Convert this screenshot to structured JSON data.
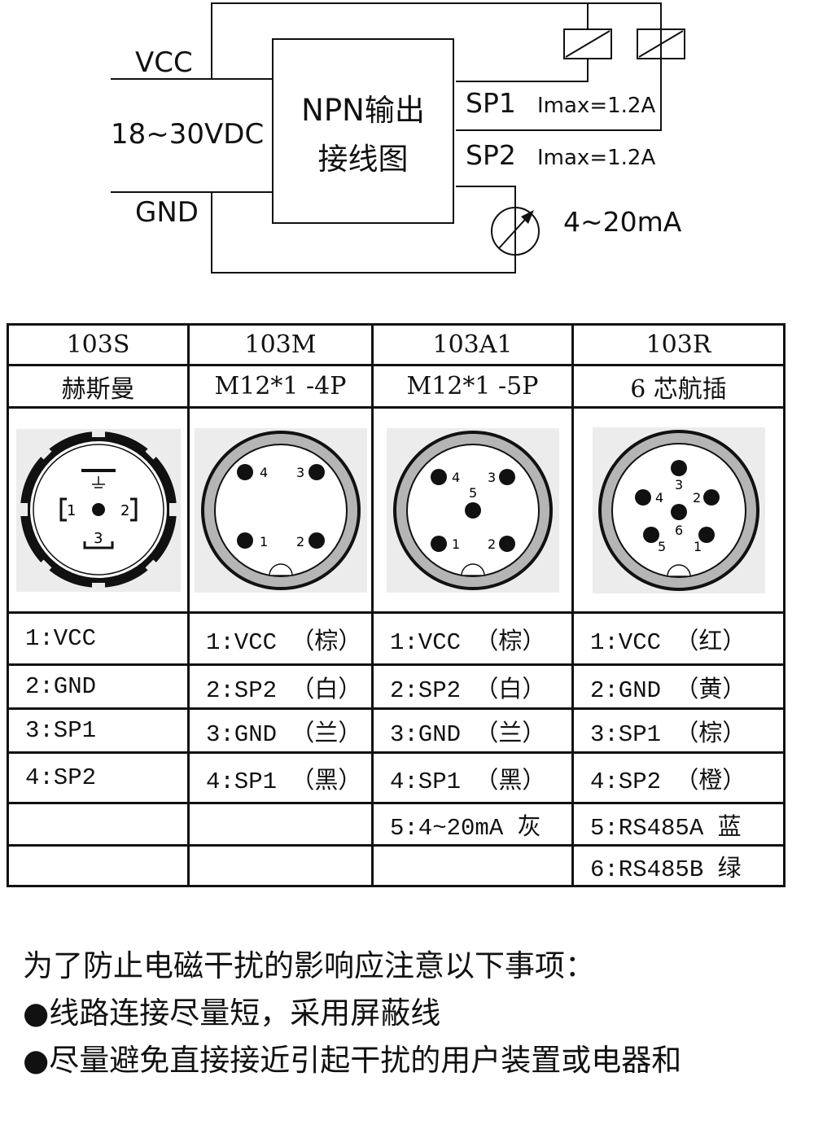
{
  "wiring": {
    "vcc_label": "VCC",
    "voltage_label": "18~30VDC",
    "gnd_label": "GND",
    "box_title_line1": "NPN输出",
    "box_title_line2": "接线图",
    "sp1_label": "SP1",
    "sp1_current": "Imax=1.2A",
    "sp2_label": "SP2",
    "sp2_current": "Imax=1.2A",
    "analog_label": "4~20mA"
  },
  "table": {
    "models": [
      "103S",
      "103M",
      "103A1",
      "103R"
    ],
    "connectors": [
      "赫斯曼",
      "M12*1 -4P",
      "M12*1 -5P",
      "6 芯航插"
    ],
    "rows": [
      [
        "1:VCC",
        "1:VCC （棕）",
        "1:VCC （棕）",
        "1:VCC （红）"
      ],
      [
        "2:GND",
        "2:SP2 （白）",
        "2:SP2 （白）",
        "2:GND （黄）"
      ],
      [
        "3:SP1",
        "3:GND （兰）",
        "3:GND （兰）",
        "3:SP1 （棕）"
      ],
      [
        "4:SP2",
        "4:SP1 （黑）",
        "4:SP1 （黑）",
        "4:SP2 （橙）"
      ],
      [
        "",
        "",
        "5:4~20mA 灰",
        "5:RS485A 蓝"
      ],
      [
        "",
        "",
        "",
        "6:RS485B 绿"
      ]
    ],
    "pin_numbers": {
      "hirschmann": [
        "1",
        "2",
        "3"
      ],
      "m12_4p": [
        "1",
        "2",
        "3",
        "4"
      ],
      "m12_5p": [
        "1",
        "2",
        "3",
        "4",
        "5"
      ],
      "aviation_6p": [
        "1",
        "2",
        "3",
        "4",
        "5",
        "6"
      ]
    }
  },
  "notes": {
    "heading": "为了防止电磁干扰的影响应注意以下事项：",
    "items": [
      "●线路连接尽量短，采用屏蔽线",
      "●尽量避免直接接近引起干扰的用户装置或电器和"
    ]
  }
}
